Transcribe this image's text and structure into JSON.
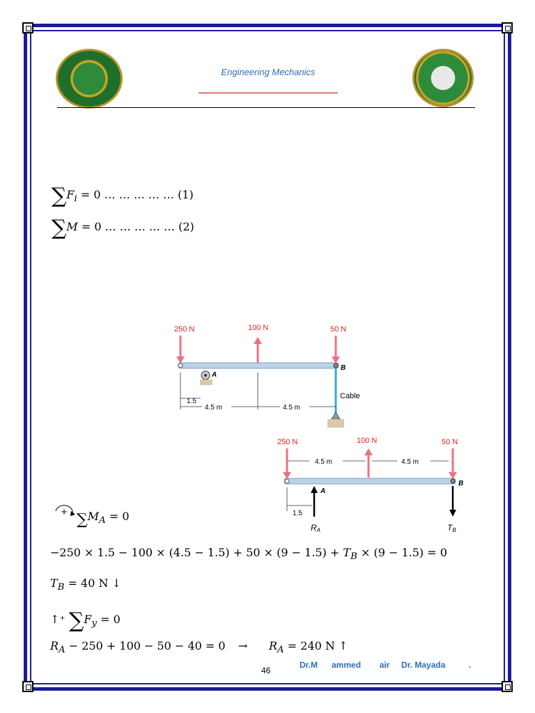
{
  "header": {
    "title": "Engineering Mechanics"
  },
  "equations": {
    "sum_forces": "= 0 … … … … … (1)",
    "sum_moments": "= 0 … … … … … (2)",
    "moment_a": "= 0",
    "moment_eq": "−250 × 1.5 − 100 × (4.5 − 1.5) + 50 × (9 − 1.5) + ",
    "moment_eq_tail": " × (9 − 1.5) = 0",
    "tb_result": "= 40 N ↓",
    "fy_prefix": "↑⁺",
    "fy_eq": "= 0",
    "ra_eq": " − 250 + 100 − 50 − 40 = 0",
    "arrow": "→",
    "ra_result": " = 240 N ↑"
  },
  "figure1": {
    "load_left": "250 N",
    "load_mid": "100 N",
    "load_right": "50 N",
    "point_a": "A",
    "point_b": "B",
    "cable": "Cable",
    "dim_small": "1.5",
    "dim_left": "4.5 m",
    "dim_right": "4.5 m"
  },
  "figure2": {
    "load_left": "250 N",
    "load_mid": "100 N",
    "load_right": "50 N",
    "point_a": "A",
    "point_b": "B",
    "dim_small": "1.5",
    "dim_left": "4.5 m",
    "dim_right": "4.5 m",
    "reaction_a": "R",
    "reaction_a_sub": "A",
    "tension_b": "T",
    "tension_b_sub": "B"
  },
  "footer": {
    "page_number": "46",
    "names": "Dr.M      ammed        air     Dr. Mayada          ."
  },
  "colors": {
    "frame": "#1b1b9c",
    "title": "#2a6ebb",
    "load_arrow": "#f07080",
    "load_label": "#e02020",
    "beam": "#b9d4e8"
  }
}
